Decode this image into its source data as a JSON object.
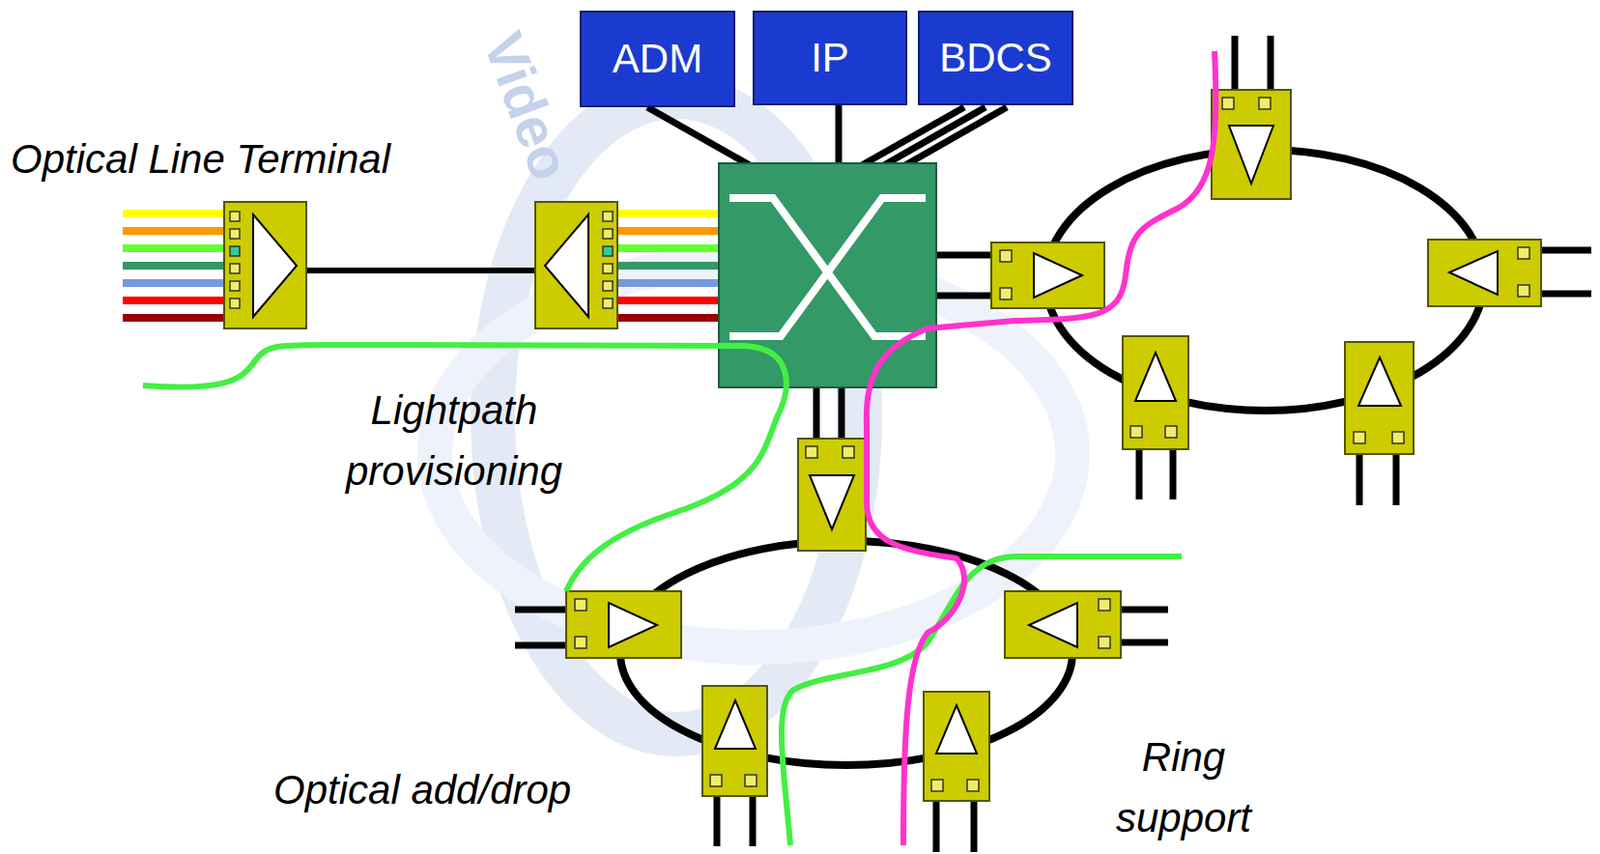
{
  "diagram": {
    "nodes": [
      {
        "text": [
          "ADM"
        ]
      },
      {
        "text": [
          "IP"
        ]
      },
      {
        "text": [
          "BDCS"
        ]
      }
    ],
    "labels": [
      "Video",
      "Optical Line Terminal",
      "Lightpath provisioning",
      "Optical add/drop",
      "Ring support"
    ]
  }
}
